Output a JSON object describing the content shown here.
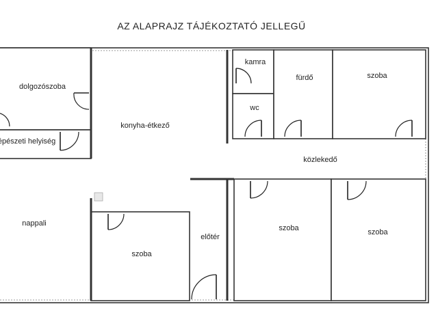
{
  "title": "AZ ALAPRAJZ TÁJÉKOZTATÓ JELLEGŰ",
  "rooms": {
    "dolgozoszoba": "dolgozószoba",
    "gepeszeti": "gépészeti helyiség",
    "konyha": "konyha-étkező",
    "kamra": "kamra",
    "wc": "wc",
    "furdo": "fürdő",
    "szoba_top_right": "szoba",
    "kozlekedo": "közlekedő",
    "nappali": "nappali",
    "szoba_small": "szoba",
    "eloter": "előtér",
    "szoba_mid": "szoba",
    "szoba_right": "szoba"
  }
}
